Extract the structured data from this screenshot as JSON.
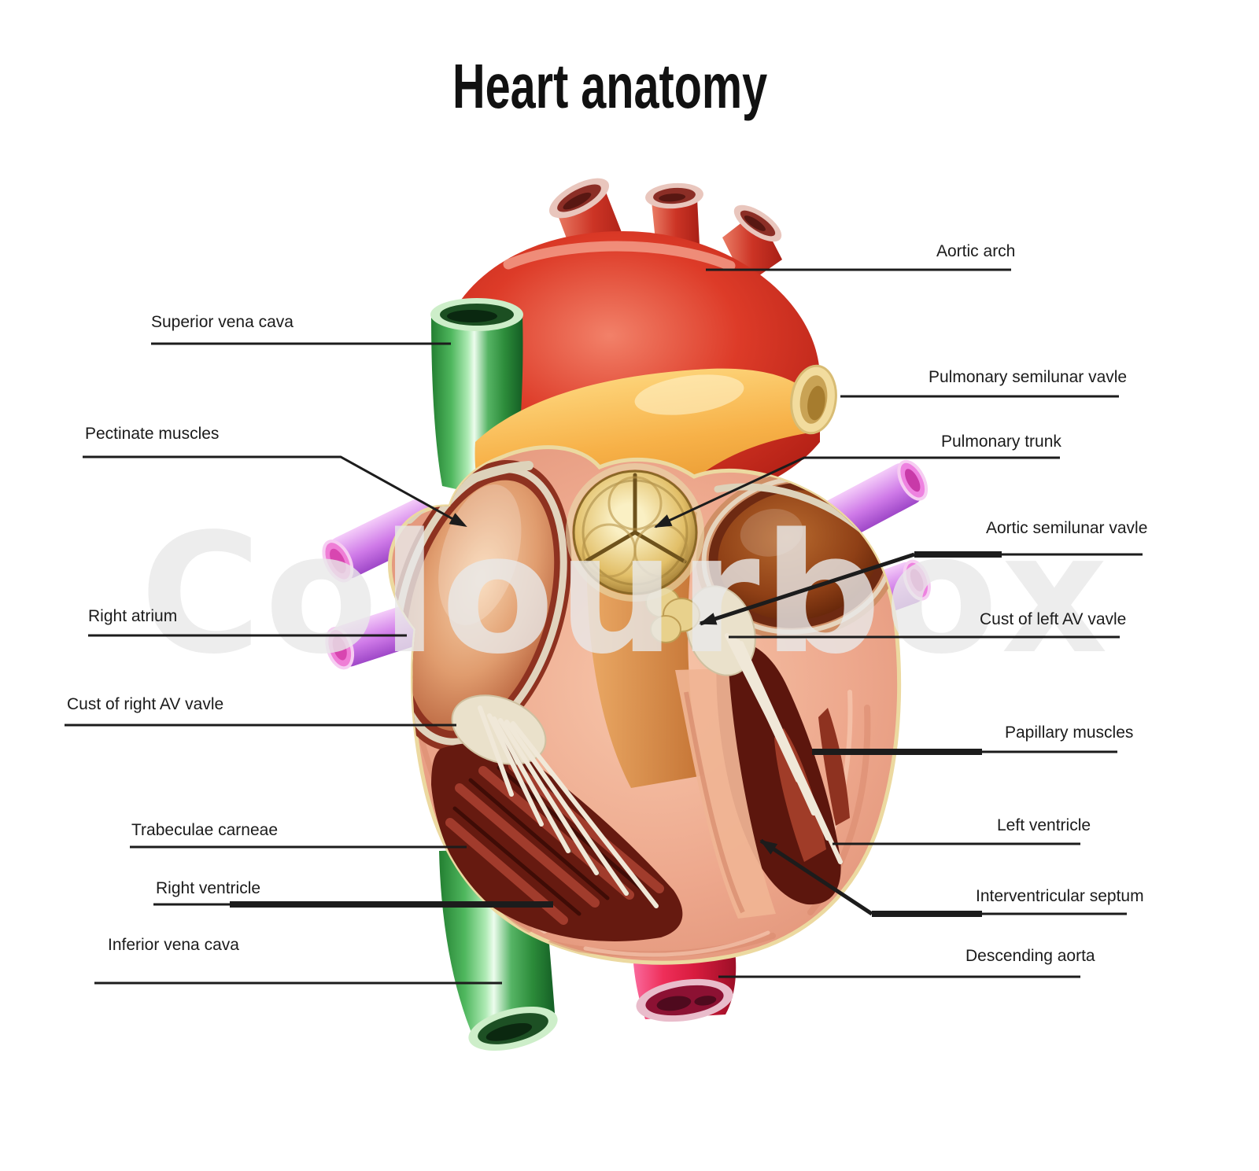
{
  "title": "Heart anatomy",
  "watermark": "Colourbox",
  "labels": {
    "superior_vena_cava": "Superior vena cava",
    "pectinate_muscles": "Pectinate muscles",
    "right_atrium": "Right atrium",
    "cusp_right_av_valve": "Cust of right AV vavle",
    "trabeculae_carneae": "Trabeculae carneae",
    "right_ventricle": "Right ventricle",
    "inferior_vena_cava": "Inferior vena cava",
    "aortic_arch": "Aortic arch",
    "pulmonary_semilunar_valve": "Pulmonary semilunar vavle",
    "pulmonary_trunk": "Pulmonary trunk",
    "aortic_semilunar_valve": "Aortic semilunar vavle",
    "cusp_left_av_valve": "Cust of left AV vavle",
    "papillary_muscles": "Papillary muscles",
    "left_ventricle": "Left ventricle",
    "interventricular_septum": "Interventricular septum",
    "descending_aorta": "Descending aorta"
  },
  "colors": {
    "aorta_red": "#d93527",
    "vena_cava_green": "#3fa04d",
    "pulmonary_trunk_yellow": "#f7b148",
    "pulmonary_vein_purple": "#cf7ae8",
    "descending_aorta_red": "#ee2e59",
    "myocardium_pink": "#eda78c",
    "valve_gold": "#e2bf68",
    "label_text": "#1b1b1b",
    "watermark_gray": "#e8e8e8"
  }
}
